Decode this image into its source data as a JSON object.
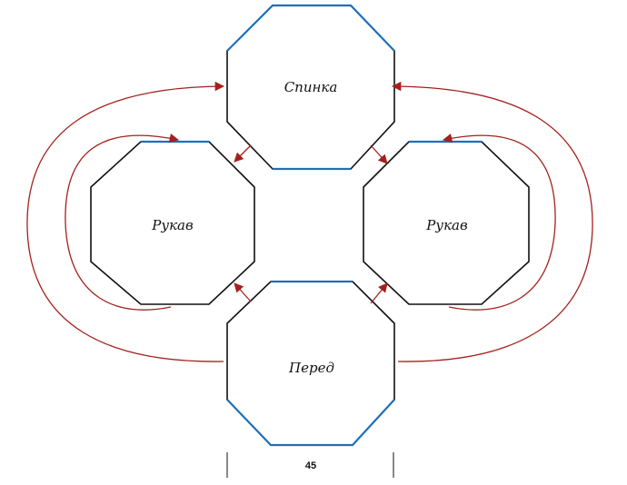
{
  "pieces": {
    "back": {
      "label": "Спинка"
    },
    "left_sleeve": {
      "label": "Рукав"
    },
    "right_sleeve": {
      "label": "Рукав"
    },
    "front": {
      "label": "Перед"
    }
  },
  "dimension": {
    "value": "45"
  },
  "colors": {
    "outline": "#111111",
    "seam_edge": "#1f6fb8",
    "arrow": "#a3211b"
  }
}
